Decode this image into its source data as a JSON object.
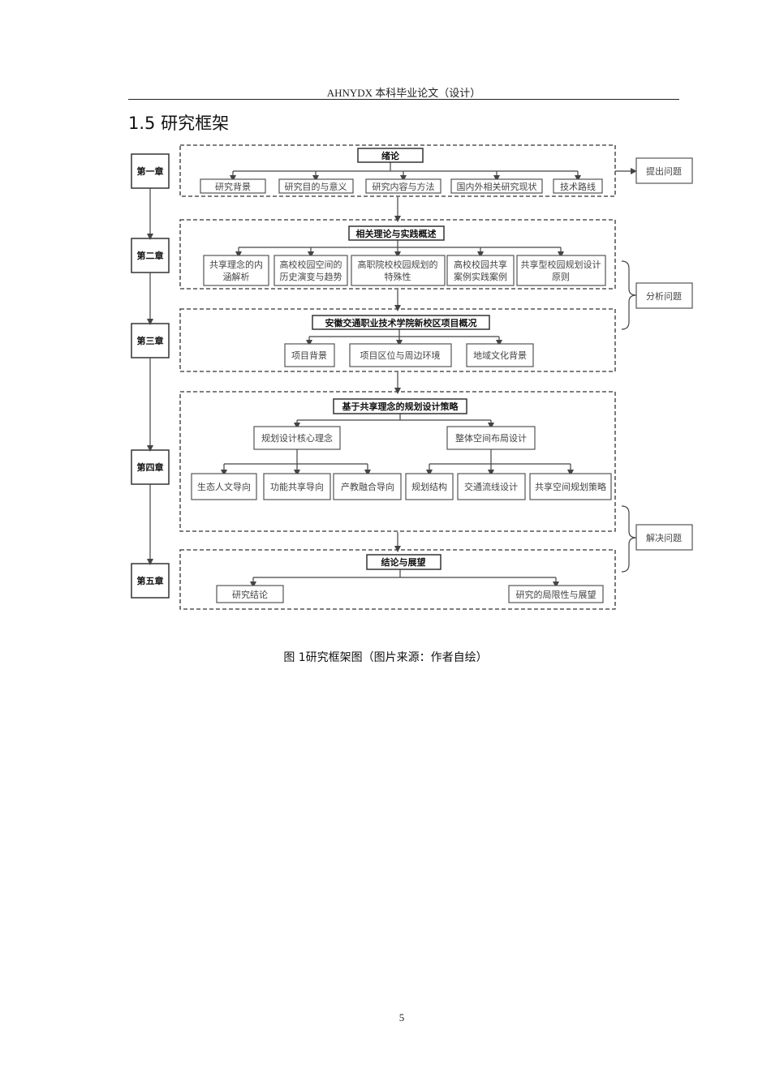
{
  "header": {
    "text": "AHNYDX 本科毕业论文（设计）"
  },
  "section": {
    "title": "1.5 研究框架"
  },
  "diagram": {
    "chapters": [
      "第一章",
      "第二章",
      "第三章",
      "第四章",
      "第五章"
    ],
    "side_labels": [
      "提出问题",
      "分析问题",
      "解决问题"
    ],
    "ch1": {
      "title": "绪论",
      "items": [
        "研究背景",
        "研究目的与意义",
        "研究内容与方法",
        "国内外相关研究现状",
        "技术路线"
      ]
    },
    "ch2": {
      "title": "相关理论与实践概述",
      "items": [
        [
          "共享理念的内",
          "涵解析"
        ],
        [
          "高校校园空间的",
          "历史演变与趋势"
        ],
        [
          "高职院校校园规划的",
          "特殊性"
        ],
        [
          "高校校园共享",
          "案例实践案例"
        ],
        [
          "共享型校园规划设计",
          "原则"
        ]
      ]
    },
    "ch3": {
      "title": "安徽交通职业技术学院新校区项目概况",
      "items": [
        "项目背景",
        "项目区位与周边环境",
        "地域文化背景"
      ]
    },
    "ch4": {
      "title": "基于共享理念的规划设计策略",
      "left": {
        "title": "规划设计核心理念",
        "items": [
          "生态人文导向",
          "功能共享导向",
          "产教融合导向"
        ]
      },
      "right": {
        "title": "整体空间布局设计",
        "items": [
          "规划结构",
          "交通流线设计",
          "共享空间规划策略"
        ]
      }
    },
    "ch5": {
      "title": "结论与展望",
      "items": [
        "研究结论",
        "研究的局限性与展望"
      ]
    }
  },
  "caption": "图  1研究框架图（图片来源：作者自绘）",
  "page_number": "5"
}
